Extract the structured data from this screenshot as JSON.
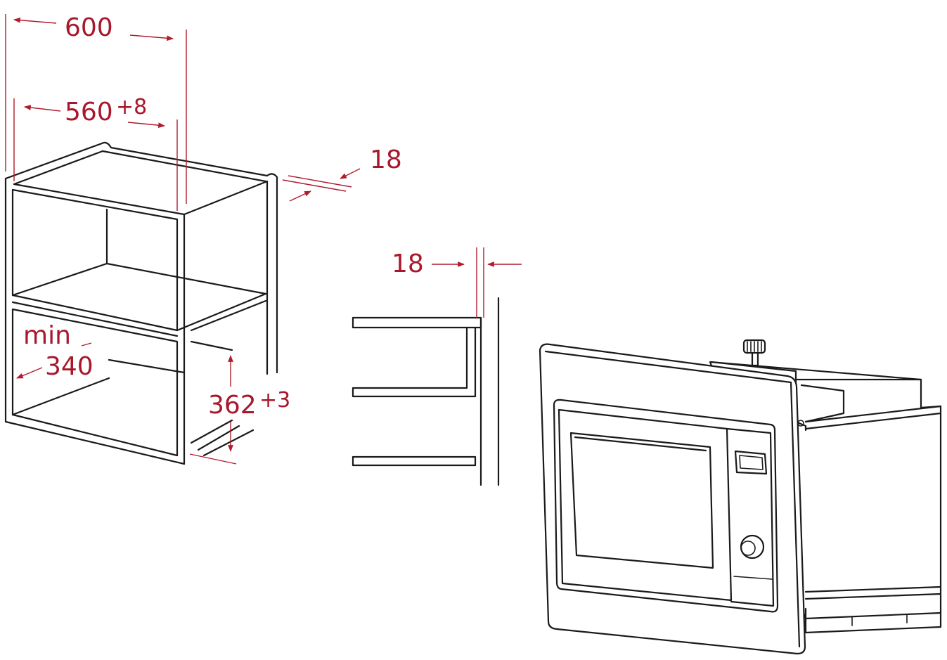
{
  "dimensions": {
    "overall_width": "600",
    "inner_width_base": "560",
    "inner_width_tolerance": "+8",
    "panel_thickness_side": "18",
    "panel_thickness_front": "18",
    "min_label": "min",
    "min_depth": "340",
    "height_base": "362",
    "height_tolerance": "+3"
  },
  "colors": {
    "dimension": "#b01c2e",
    "outline": "#1a1a1a",
    "background": "#ffffff"
  },
  "icons": {
    "arrow": "arrowhead",
    "appliance": "microwave-oven"
  }
}
